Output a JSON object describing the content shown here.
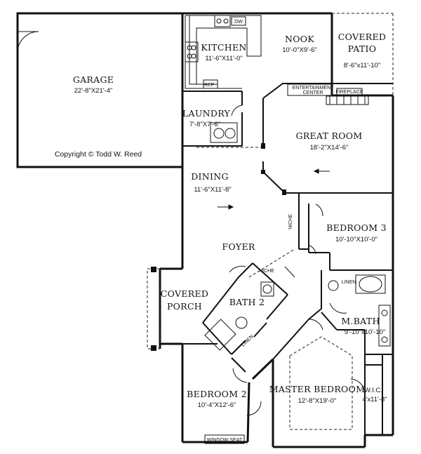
{
  "rooms": {
    "garage": {
      "name": "GARAGE",
      "dims": "22'-8\"X21'-4\""
    },
    "kitchen": {
      "name": "KITCHEN",
      "dims": "11'-6\"X11'-0\""
    },
    "nook": {
      "name": "NOOK",
      "dims": "10'-0\"X9'-6\""
    },
    "covered_patio": {
      "name_line1": "COVERED",
      "name_line2": "PATIO",
      "dims": "8'-6\"x11'-10\""
    },
    "laundry": {
      "name": "LAUNDRY",
      "dims": "7'-8\"X7'-6\""
    },
    "great_room": {
      "name": "GREAT ROOM",
      "dims": "18'-2\"X14'-6\""
    },
    "dining": {
      "name": "DINING",
      "dims": "11'-6\"X11'-8\""
    },
    "bedroom3": {
      "name": "BEDROOM 3",
      "dims": "10'-10\"X10'-0\""
    },
    "foyer": {
      "name": "FOYER"
    },
    "covered_porch": {
      "name_line1": "COVERED",
      "name_line2": "PORCH"
    },
    "bath2": {
      "name": "BATH 2"
    },
    "mbath": {
      "name": "M.BATH",
      "dims": "9'-10\"x10'-10\""
    },
    "master_bedroom": {
      "name": "MASTER BEDROOM",
      "dims": "12'-8\"X19'-0\""
    },
    "wic": {
      "name": "W.I.C.",
      "dims": "4'x11'-8\""
    },
    "bedroom2": {
      "name": "BEDROOM 2",
      "dims": "10'-4\"X12'-6\""
    }
  },
  "fixtures": {
    "entertainment_line1": "ENTERTAINMENT",
    "entertainment_line2": "CENTER",
    "fireplace": "FIREPLACE",
    "niche_vertical": "NICHE",
    "niche_foyer": "NICHE",
    "linen_bath2": "LINEN",
    "linen_mbath": "LINEN",
    "window_seat": "WINDOW SEAT",
    "ref": "REF",
    "dw": "DW"
  },
  "copyright": "Copyright © Todd W. Reed"
}
